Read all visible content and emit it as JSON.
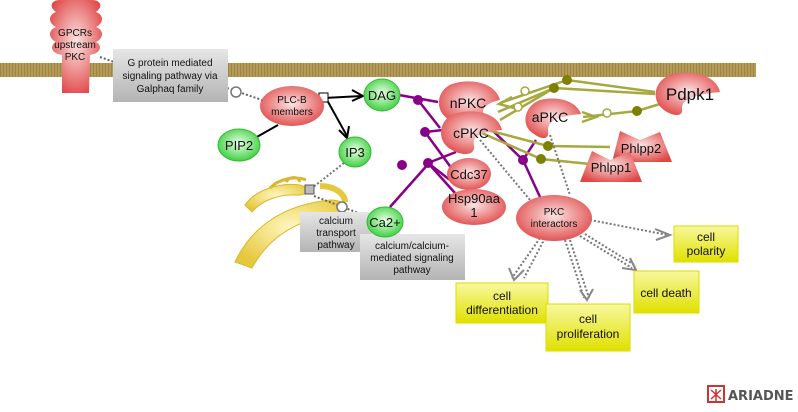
{
  "colors": {
    "membrane": "#b39a55",
    "protein": "#e04848",
    "small_molecule": "#44dd44",
    "pathway_box": "#c8c8c8",
    "process_box": "#f0f000",
    "inhibition": "#880088",
    "activation": "#a8a840",
    "logo": "#cc3333"
  },
  "nodes": {
    "gpcr": {
      "lines": [
        "GPCRs",
        "upstream",
        "PKC"
      ]
    },
    "gprotein_pathway": {
      "lines": [
        "G protein mediated",
        "signaling pathway via",
        "Galphaq family"
      ]
    },
    "plcb": {
      "lines": [
        "PLC-B",
        "members"
      ]
    },
    "pip2": {
      "label": "PIP2"
    },
    "dag": {
      "label": "DAG"
    },
    "ip3": {
      "label": "IP3"
    },
    "ca": {
      "label": "Ca2+"
    },
    "calcium_transport": {
      "lines": [
        "calcium",
        "transport",
        "pathway"
      ]
    },
    "calcium_mediated": {
      "lines": [
        "calcium/calcium-",
        "mediated signaling",
        "pathway"
      ]
    },
    "npkc": {
      "label": "nPKC"
    },
    "cpkc": {
      "label": "cPKC"
    },
    "apkc": {
      "label": "aPKC"
    },
    "pdpk1": {
      "label": "Pdpk1"
    },
    "phlpp2": {
      "label": "Phlpp2"
    },
    "phlpp1": {
      "label": "Phlpp1"
    },
    "cdc37": {
      "label": "Cdc37"
    },
    "hsp90": {
      "lines": [
        "Hsp90aa",
        "1"
      ]
    },
    "pkc_interactors": {
      "lines": [
        "PKC",
        "interactors"
      ]
    },
    "cell_polarity": {
      "lines": [
        "cell",
        "polarity"
      ]
    },
    "cell_differentiation": {
      "lines": [
        "cell",
        "differentiation"
      ]
    },
    "cell_proliferation": {
      "lines": [
        "cell",
        "proliferation"
      ]
    },
    "cell_death": {
      "label": "cell death"
    }
  },
  "logo": {
    "text": "ARIADNE"
  }
}
